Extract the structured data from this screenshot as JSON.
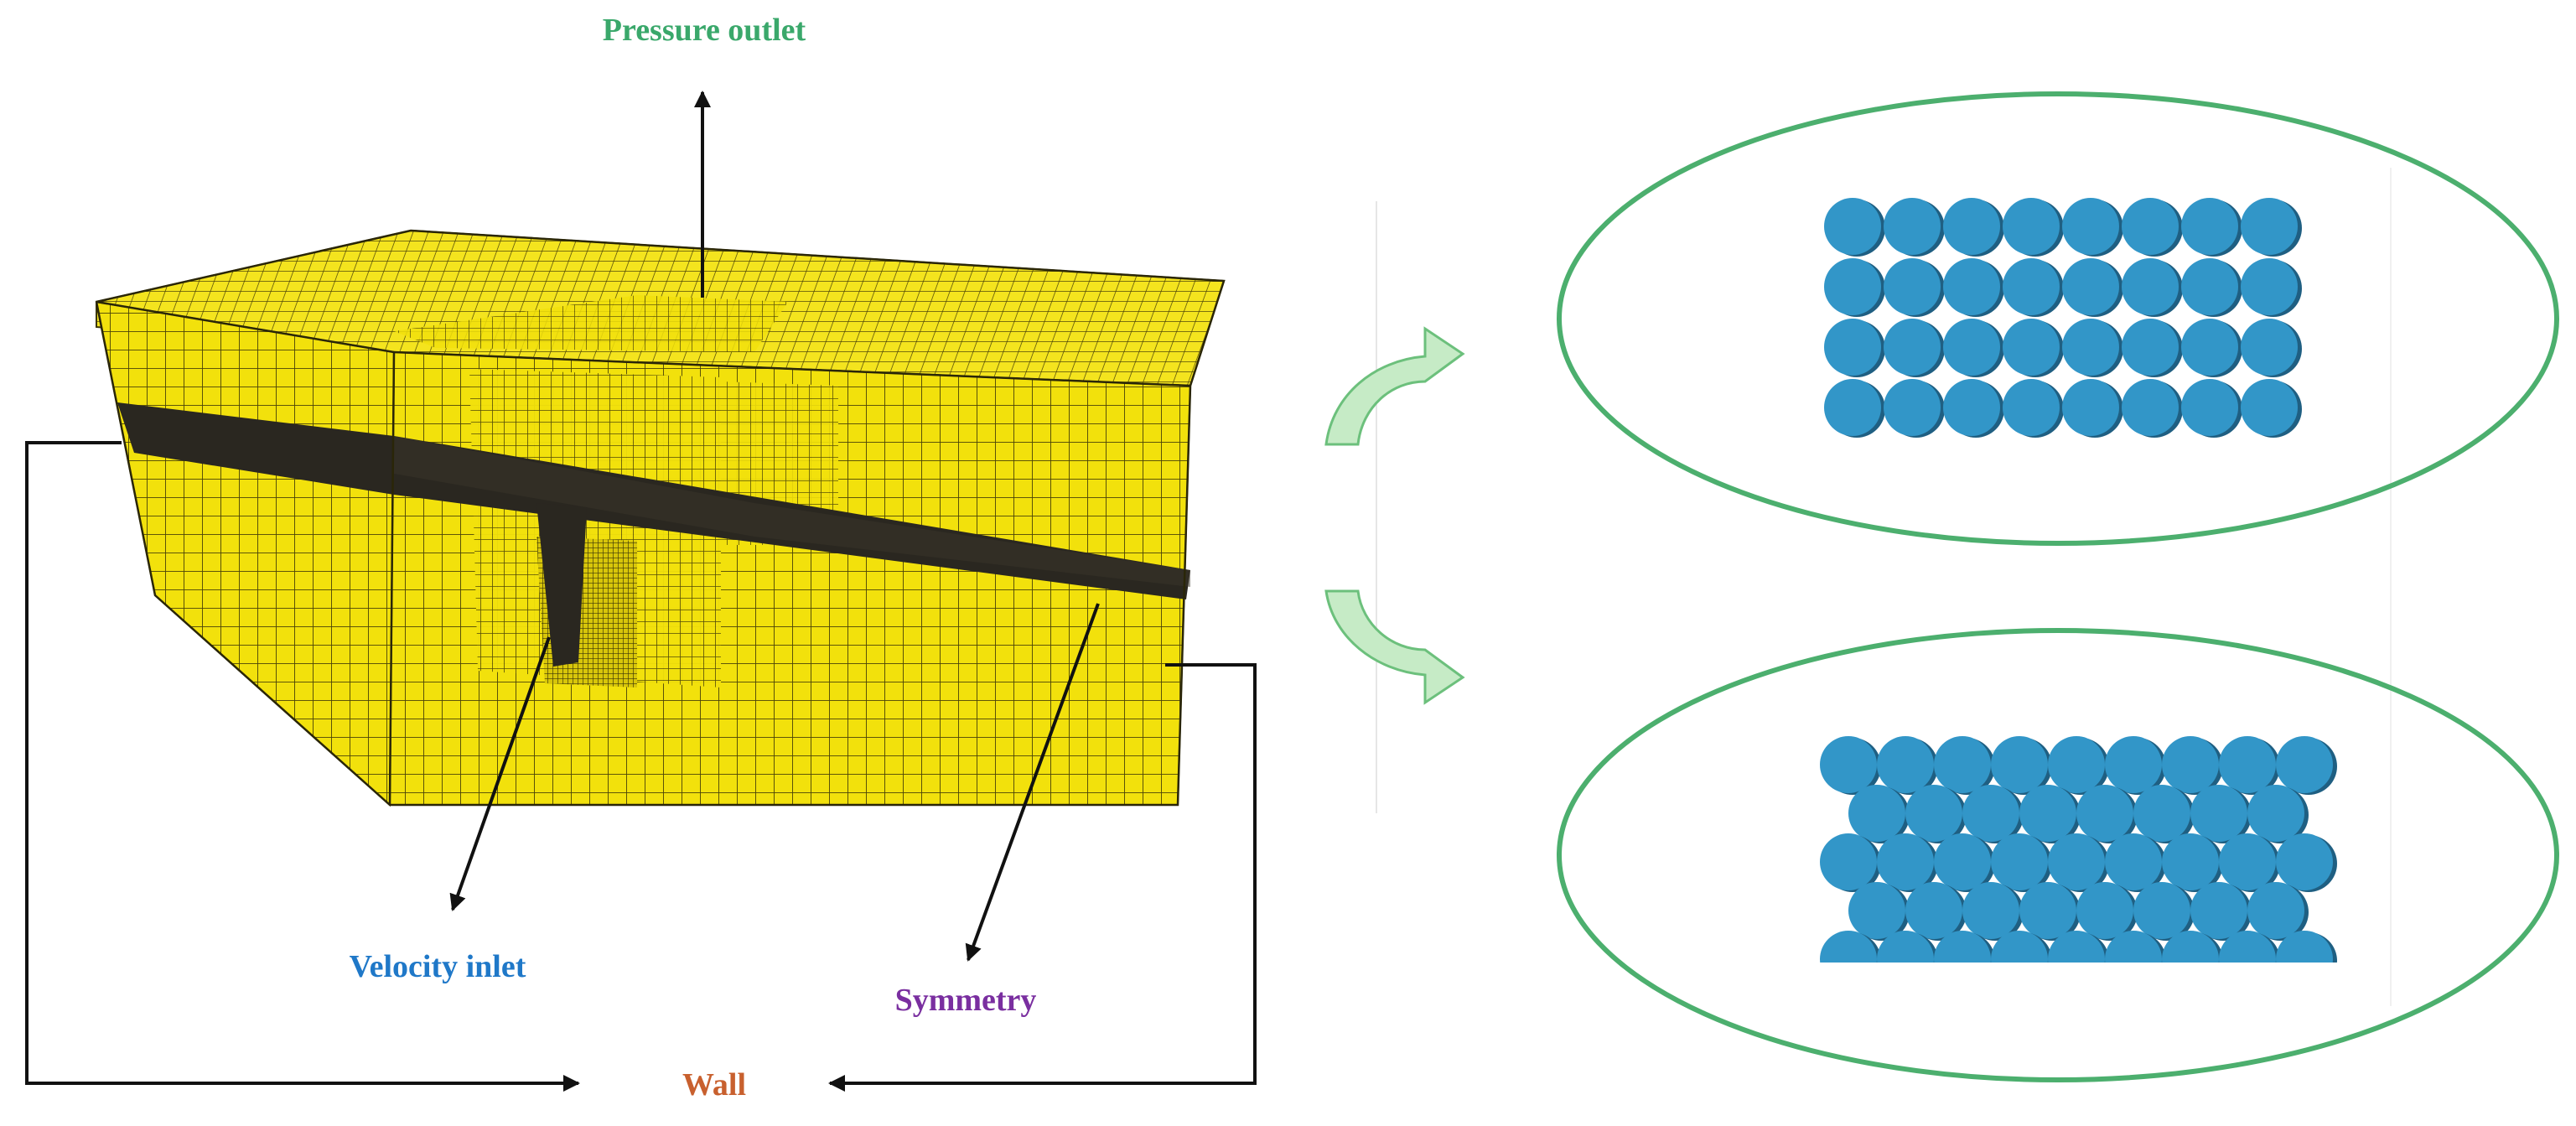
{
  "labels": {
    "pressure_outlet": "Pressure outlet",
    "velocity_inlet": "Velocity inlet",
    "symmetry": "Symmetry",
    "wall": "Wall"
  },
  "colors": {
    "pressure_outlet": "#3aa86b",
    "velocity_inlet": "#1f78c8",
    "symmetry": "#7a2fa0",
    "wall": "#c8602e",
    "mesh_fill": "#f2e10c",
    "mesh_line": "#3b3608",
    "channel": "#2a2720",
    "tube": "#3296c8",
    "tube_shadow": "#1f5f82",
    "ellipse": "#4caf6e",
    "curved_arrow": "#c6ebc6"
  },
  "arrangements": [
    {
      "name": "inline",
      "rows": 4,
      "columns": 8
    },
    {
      "name": "staggered",
      "rows": 5,
      "columns": 9
    }
  ]
}
